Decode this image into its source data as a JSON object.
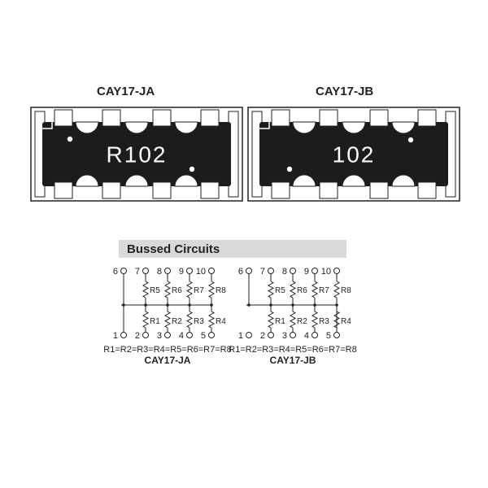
{
  "packages": [
    {
      "name": "CAY17-JA",
      "marking": "R102"
    },
    {
      "name": "CAY17-JB",
      "marking": "102"
    }
  ],
  "section_title": "Bussed Circuits",
  "circuits": [
    {
      "name": "CAY17-JA",
      "top_pins": [
        "6",
        "7",
        "8",
        "9",
        "10"
      ],
      "bottom_pins": [
        "1",
        "2",
        "3",
        "4",
        "5"
      ],
      "upper_resistors": [
        "R5",
        "R6",
        "R7",
        "R8"
      ],
      "lower_resistors": [
        "R1",
        "R2",
        "R3",
        "R4"
      ],
      "equation": "R1=R2=R3=R4=R5=R6=R7=R8"
    },
    {
      "name": "CAY17-JB",
      "top_pins": [
        "6",
        "7",
        "8",
        "9",
        "10"
      ],
      "bottom_pins": [
        "1",
        "2",
        "3",
        "4",
        "5"
      ],
      "upper_resistors": [
        "R5",
        "R6",
        "R7",
        "R8"
      ],
      "lower_resistors": [
        "R1",
        "R2",
        "R3",
        "R4"
      ],
      "equation": "R1=R2=R3=R4=R5=R6=R7=R8"
    }
  ],
  "colors": {
    "body": "#1c1c1c",
    "ink": "#222222",
    "banner": "#d9d9d9",
    "background": "#ffffff"
  }
}
